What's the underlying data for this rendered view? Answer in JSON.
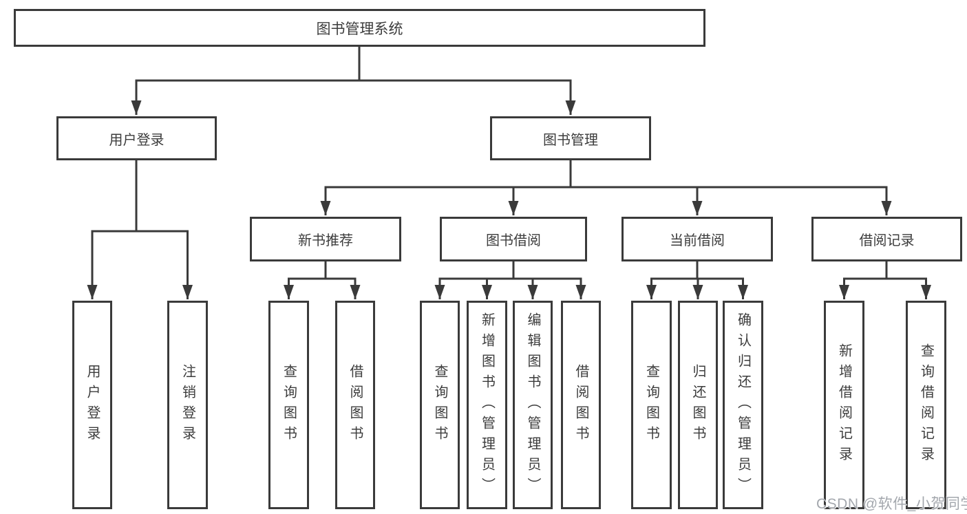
{
  "diagram": {
    "root": {
      "label": "图书管理系统",
      "children": [
        {
          "label": "用户登录",
          "children": [
            {
              "label": "用户登录"
            },
            {
              "label": "注销登录"
            }
          ]
        },
        {
          "label": "图书管理",
          "children": [
            {
              "label": "新书推荐",
              "children": [
                {
                  "label": "查询图书"
                },
                {
                  "label": "借阅图书"
                }
              ]
            },
            {
              "label": "图书借阅",
              "children": [
                {
                  "label": "查询图书"
                },
                {
                  "label": "新增图书（管理员）"
                },
                {
                  "label": "编辑图书（管理员）"
                },
                {
                  "label": "借阅图书"
                }
              ]
            },
            {
              "label": "当前借阅",
              "children": [
                {
                  "label": "查询图书"
                },
                {
                  "label": "归还图书"
                },
                {
                  "label": "确认归还（管理员）"
                }
              ]
            },
            {
              "label": "借阅记录",
              "children": [
                {
                  "label": "新增借阅记录"
                },
                {
                  "label": "查询借阅记录"
                }
              ]
            }
          ]
        }
      ]
    }
  },
  "watermark": "CSDN @软件_小贺同学",
  "colors": {
    "line": "#3a3a3a",
    "text": "#3c3c3c",
    "background": "#ffffff",
    "watermark": "#a3a7ad"
  }
}
